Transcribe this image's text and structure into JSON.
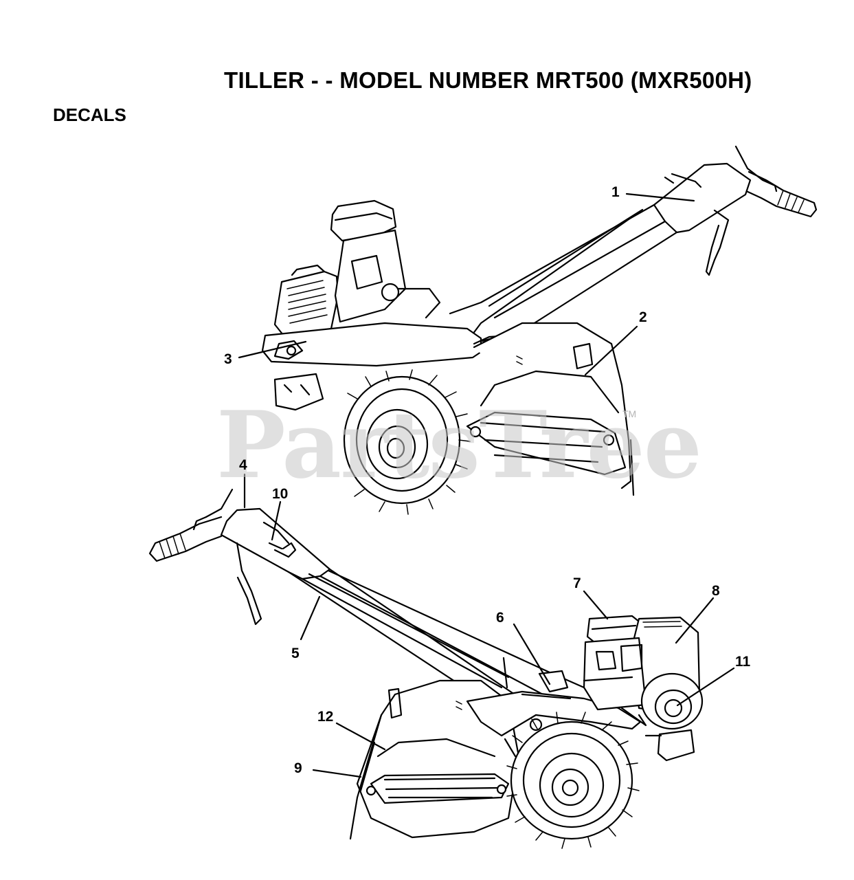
{
  "header": {
    "title": "TILLER - - MODEL NUMBER MRT500 (MXR500H)",
    "section": "DECALS"
  },
  "watermark": {
    "text": "PartsTree",
    "tm": "TM"
  },
  "callouts": [
    {
      "id": "c1",
      "label": "1"
    },
    {
      "id": "c2",
      "label": "2"
    },
    {
      "id": "c3",
      "label": "3"
    },
    {
      "id": "c4",
      "label": "4"
    },
    {
      "id": "c5",
      "label": "5"
    },
    {
      "id": "c6",
      "label": "6"
    },
    {
      "id": "c7",
      "label": "7"
    },
    {
      "id": "c8",
      "label": "8"
    },
    {
      "id": "c9",
      "label": "9"
    },
    {
      "id": "c10",
      "label": "10"
    },
    {
      "id": "c11",
      "label": "11"
    },
    {
      "id": "c12",
      "label": "12"
    }
  ]
}
